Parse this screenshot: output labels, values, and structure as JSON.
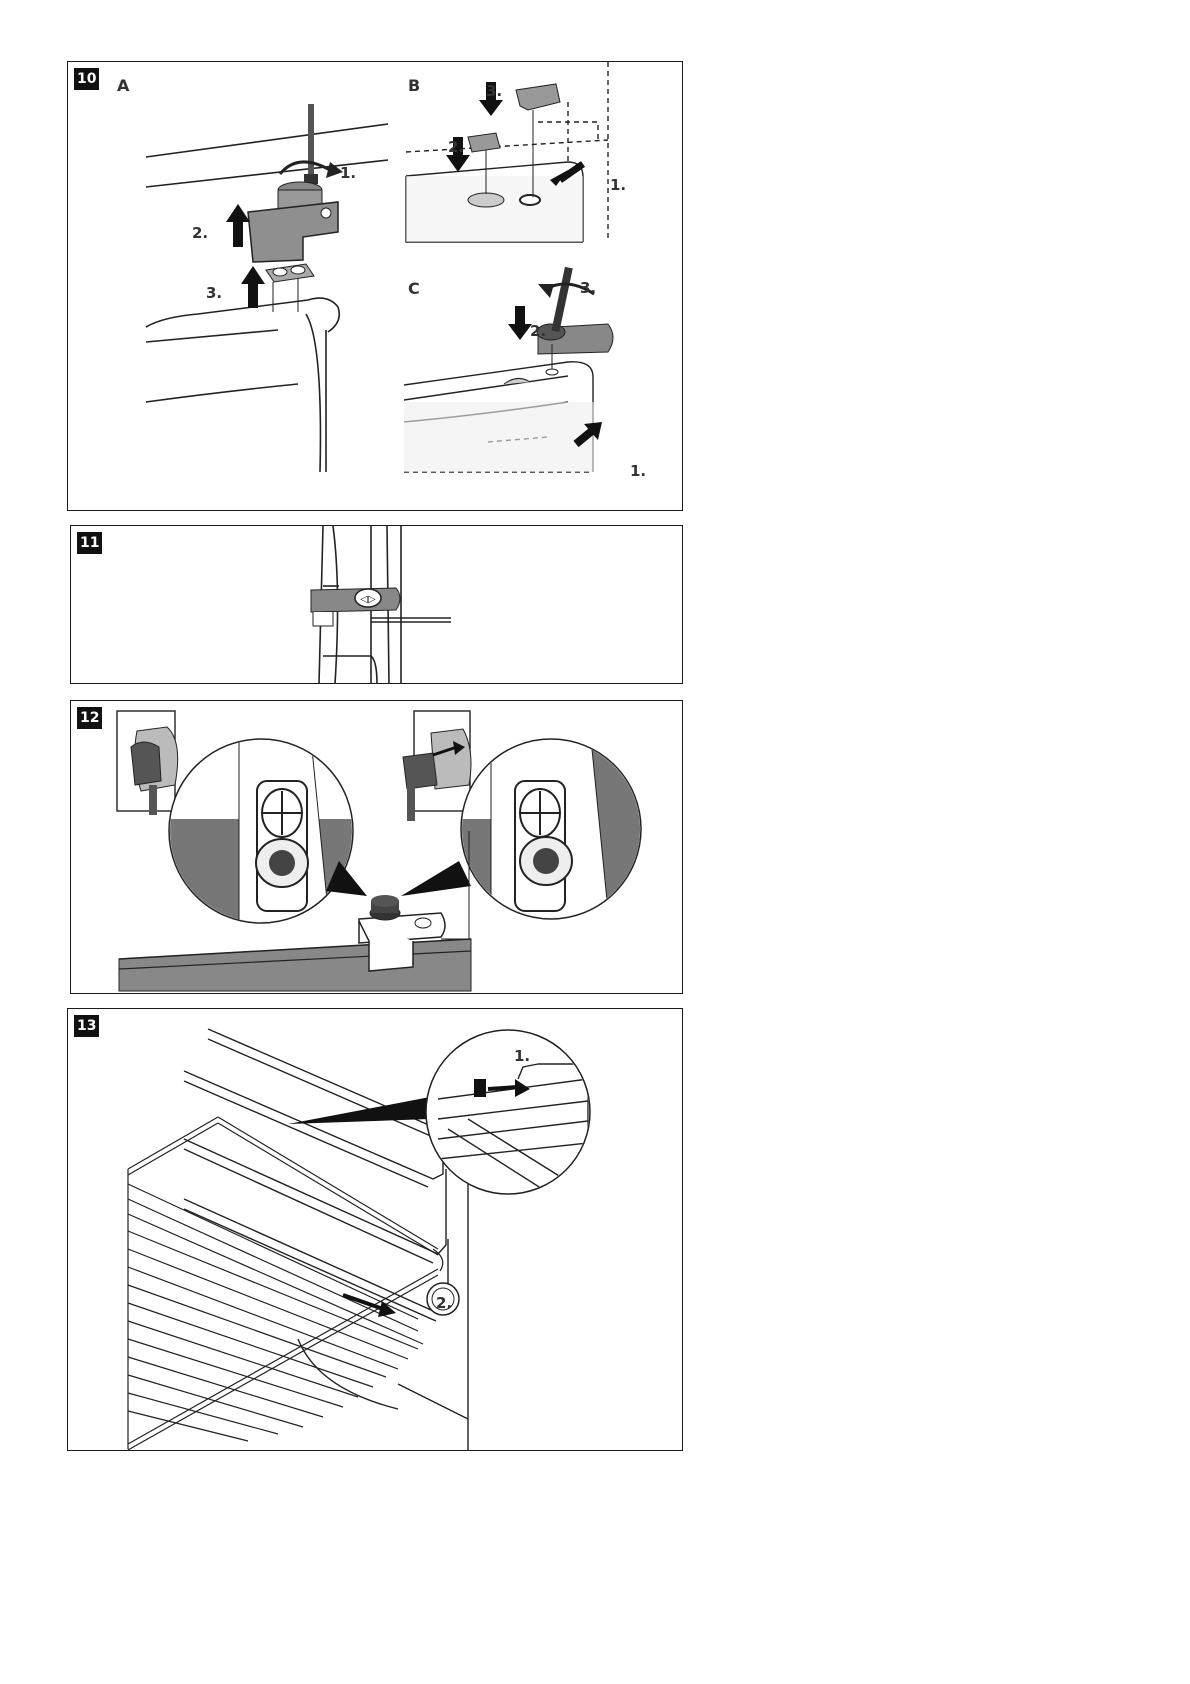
{
  "figures": [
    {
      "id": "10",
      "sub": [
        {
          "label": "A",
          "steps": [
            "1.",
            "2.",
            "3."
          ]
        },
        {
          "label": "B",
          "steps": [
            "3.",
            "2.",
            "1."
          ]
        },
        {
          "label": "C",
          "steps": [
            "3.",
            "2.",
            "1."
          ]
        }
      ]
    },
    {
      "id": "11"
    },
    {
      "id": "12"
    },
    {
      "id": "13",
      "steps": [
        "1.",
        "2."
      ]
    }
  ],
  "icons": [
    "screwdriver-icon",
    "rotate-arrow-icon",
    "up-arrow-icon",
    "down-arrow-icon",
    "plug-icon",
    "hinge-bracket-icon",
    "wire-shelf-icon"
  ]
}
